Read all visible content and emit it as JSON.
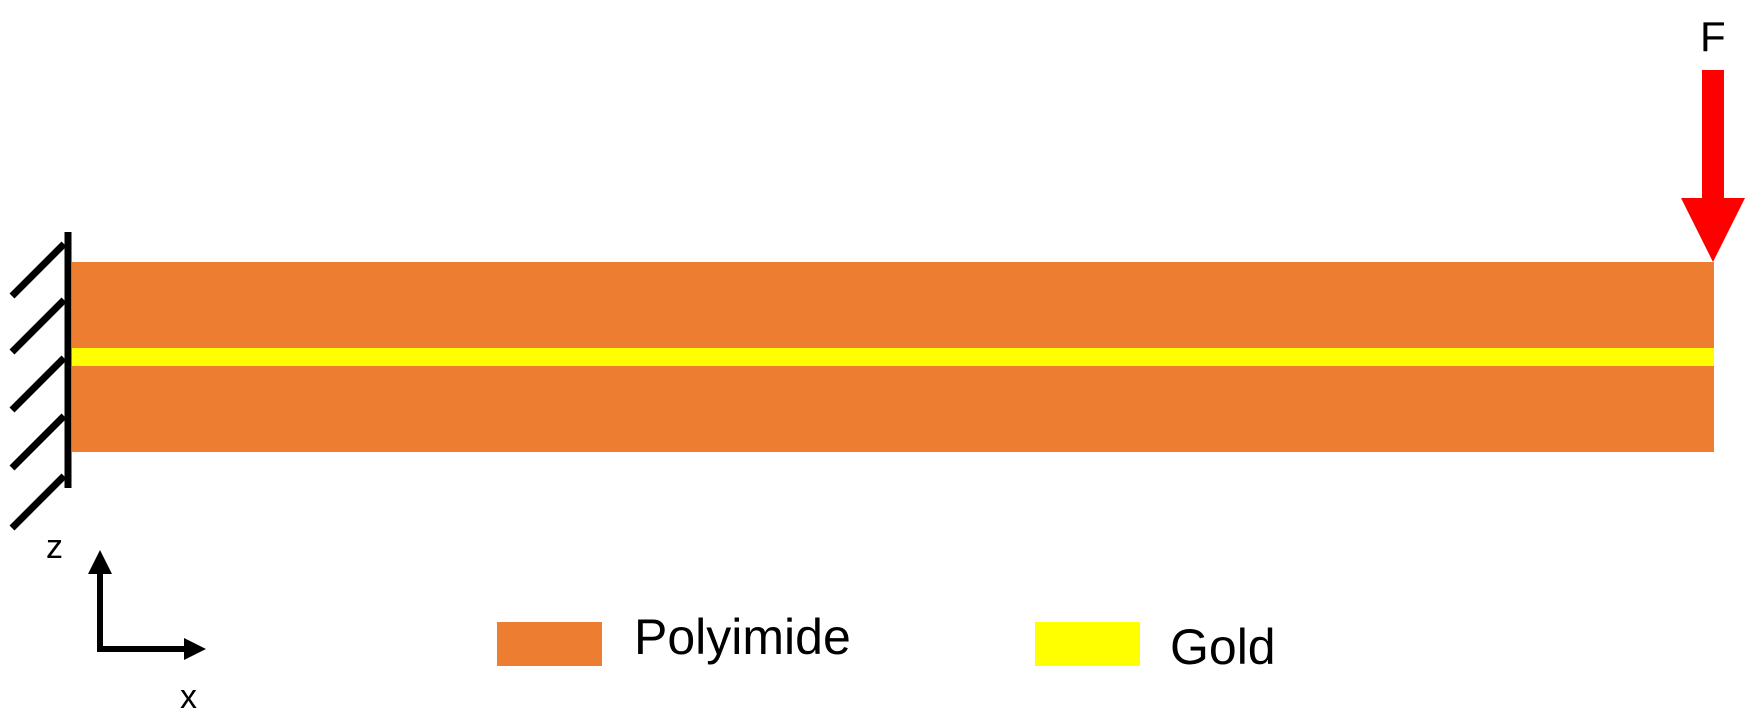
{
  "force": {
    "label": "F",
    "color": "#ff0000"
  },
  "axes": {
    "z_label": "z",
    "x_label": "x"
  },
  "layers": [
    {
      "material": "Polyimide",
      "color": "#ed7d31"
    },
    {
      "material": "Gold",
      "color": "#ffff00"
    },
    {
      "material": "Polyimide",
      "color": "#ed7d31"
    }
  ],
  "legend": {
    "items": [
      {
        "label": "Polyimide",
        "color": "#ed7d31"
      },
      {
        "label": "Gold",
        "color": "#ffff00"
      }
    ]
  },
  "support": {
    "type": "fixed-wall",
    "color": "#000000"
  }
}
